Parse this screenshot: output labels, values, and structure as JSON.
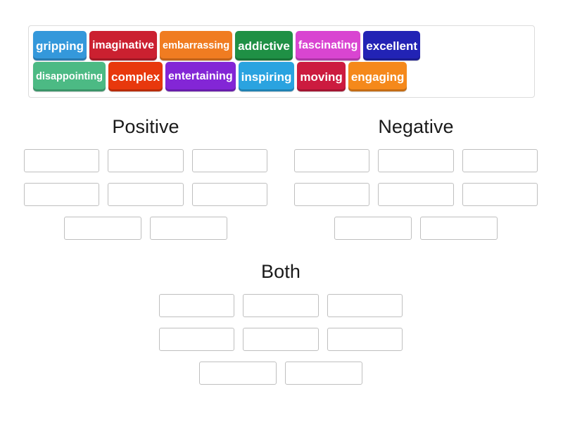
{
  "activity": {
    "type": "group-sort",
    "tile_bank": {
      "rows": [
        [
          {
            "label": "gripping",
            "color": "#3498db",
            "text_color": "#ffffff"
          },
          {
            "label": "imaginative",
            "color": "#cb2030",
            "text_color": "#ffffff"
          },
          {
            "label": "embarrassing",
            "color": "#f07c21",
            "text_color": "#ffffff"
          },
          {
            "label": "addictive",
            "color": "#1f9045",
            "text_color": "#ffffff"
          },
          {
            "label": "fascinating",
            "color": "#d945d1",
            "text_color": "#ffffff"
          },
          {
            "label": "excellent",
            "color": "#2223b5",
            "text_color": "#ffffff"
          }
        ],
        [
          {
            "label": "disappointing",
            "color": "#4cba84",
            "text_color": "#ffffff"
          },
          {
            "label": "complex",
            "color": "#e8380d",
            "text_color": "#ffffff"
          },
          {
            "label": "entertaining",
            "color": "#8326d6",
            "text_color": "#ffffff"
          },
          {
            "label": "inspiring",
            "color": "#2aa3e0",
            "text_color": "#ffffff"
          },
          {
            "label": "moving",
            "color": "#cc1b3f",
            "text_color": "#ffffff"
          },
          {
            "label": "engaging",
            "color": "#f5891b",
            "text_color": "#ffffff"
          }
        ]
      ]
    },
    "categories": [
      {
        "id": "positive",
        "title": "Positive",
        "slot_rows": [
          3,
          3,
          2
        ],
        "slots_filled": []
      },
      {
        "id": "negative",
        "title": "Negative",
        "slot_rows": [
          3,
          3,
          2
        ],
        "slots_filled": []
      },
      {
        "id": "both",
        "title": "Both",
        "slot_rows": [
          3,
          3,
          2
        ],
        "slots_filled": []
      }
    ]
  },
  "colors": {
    "page_background": "#ffffff",
    "bank_border": "#dcdcdc",
    "slot_border": "#bfbfbf",
    "title_text": "#1a1a1a"
  }
}
